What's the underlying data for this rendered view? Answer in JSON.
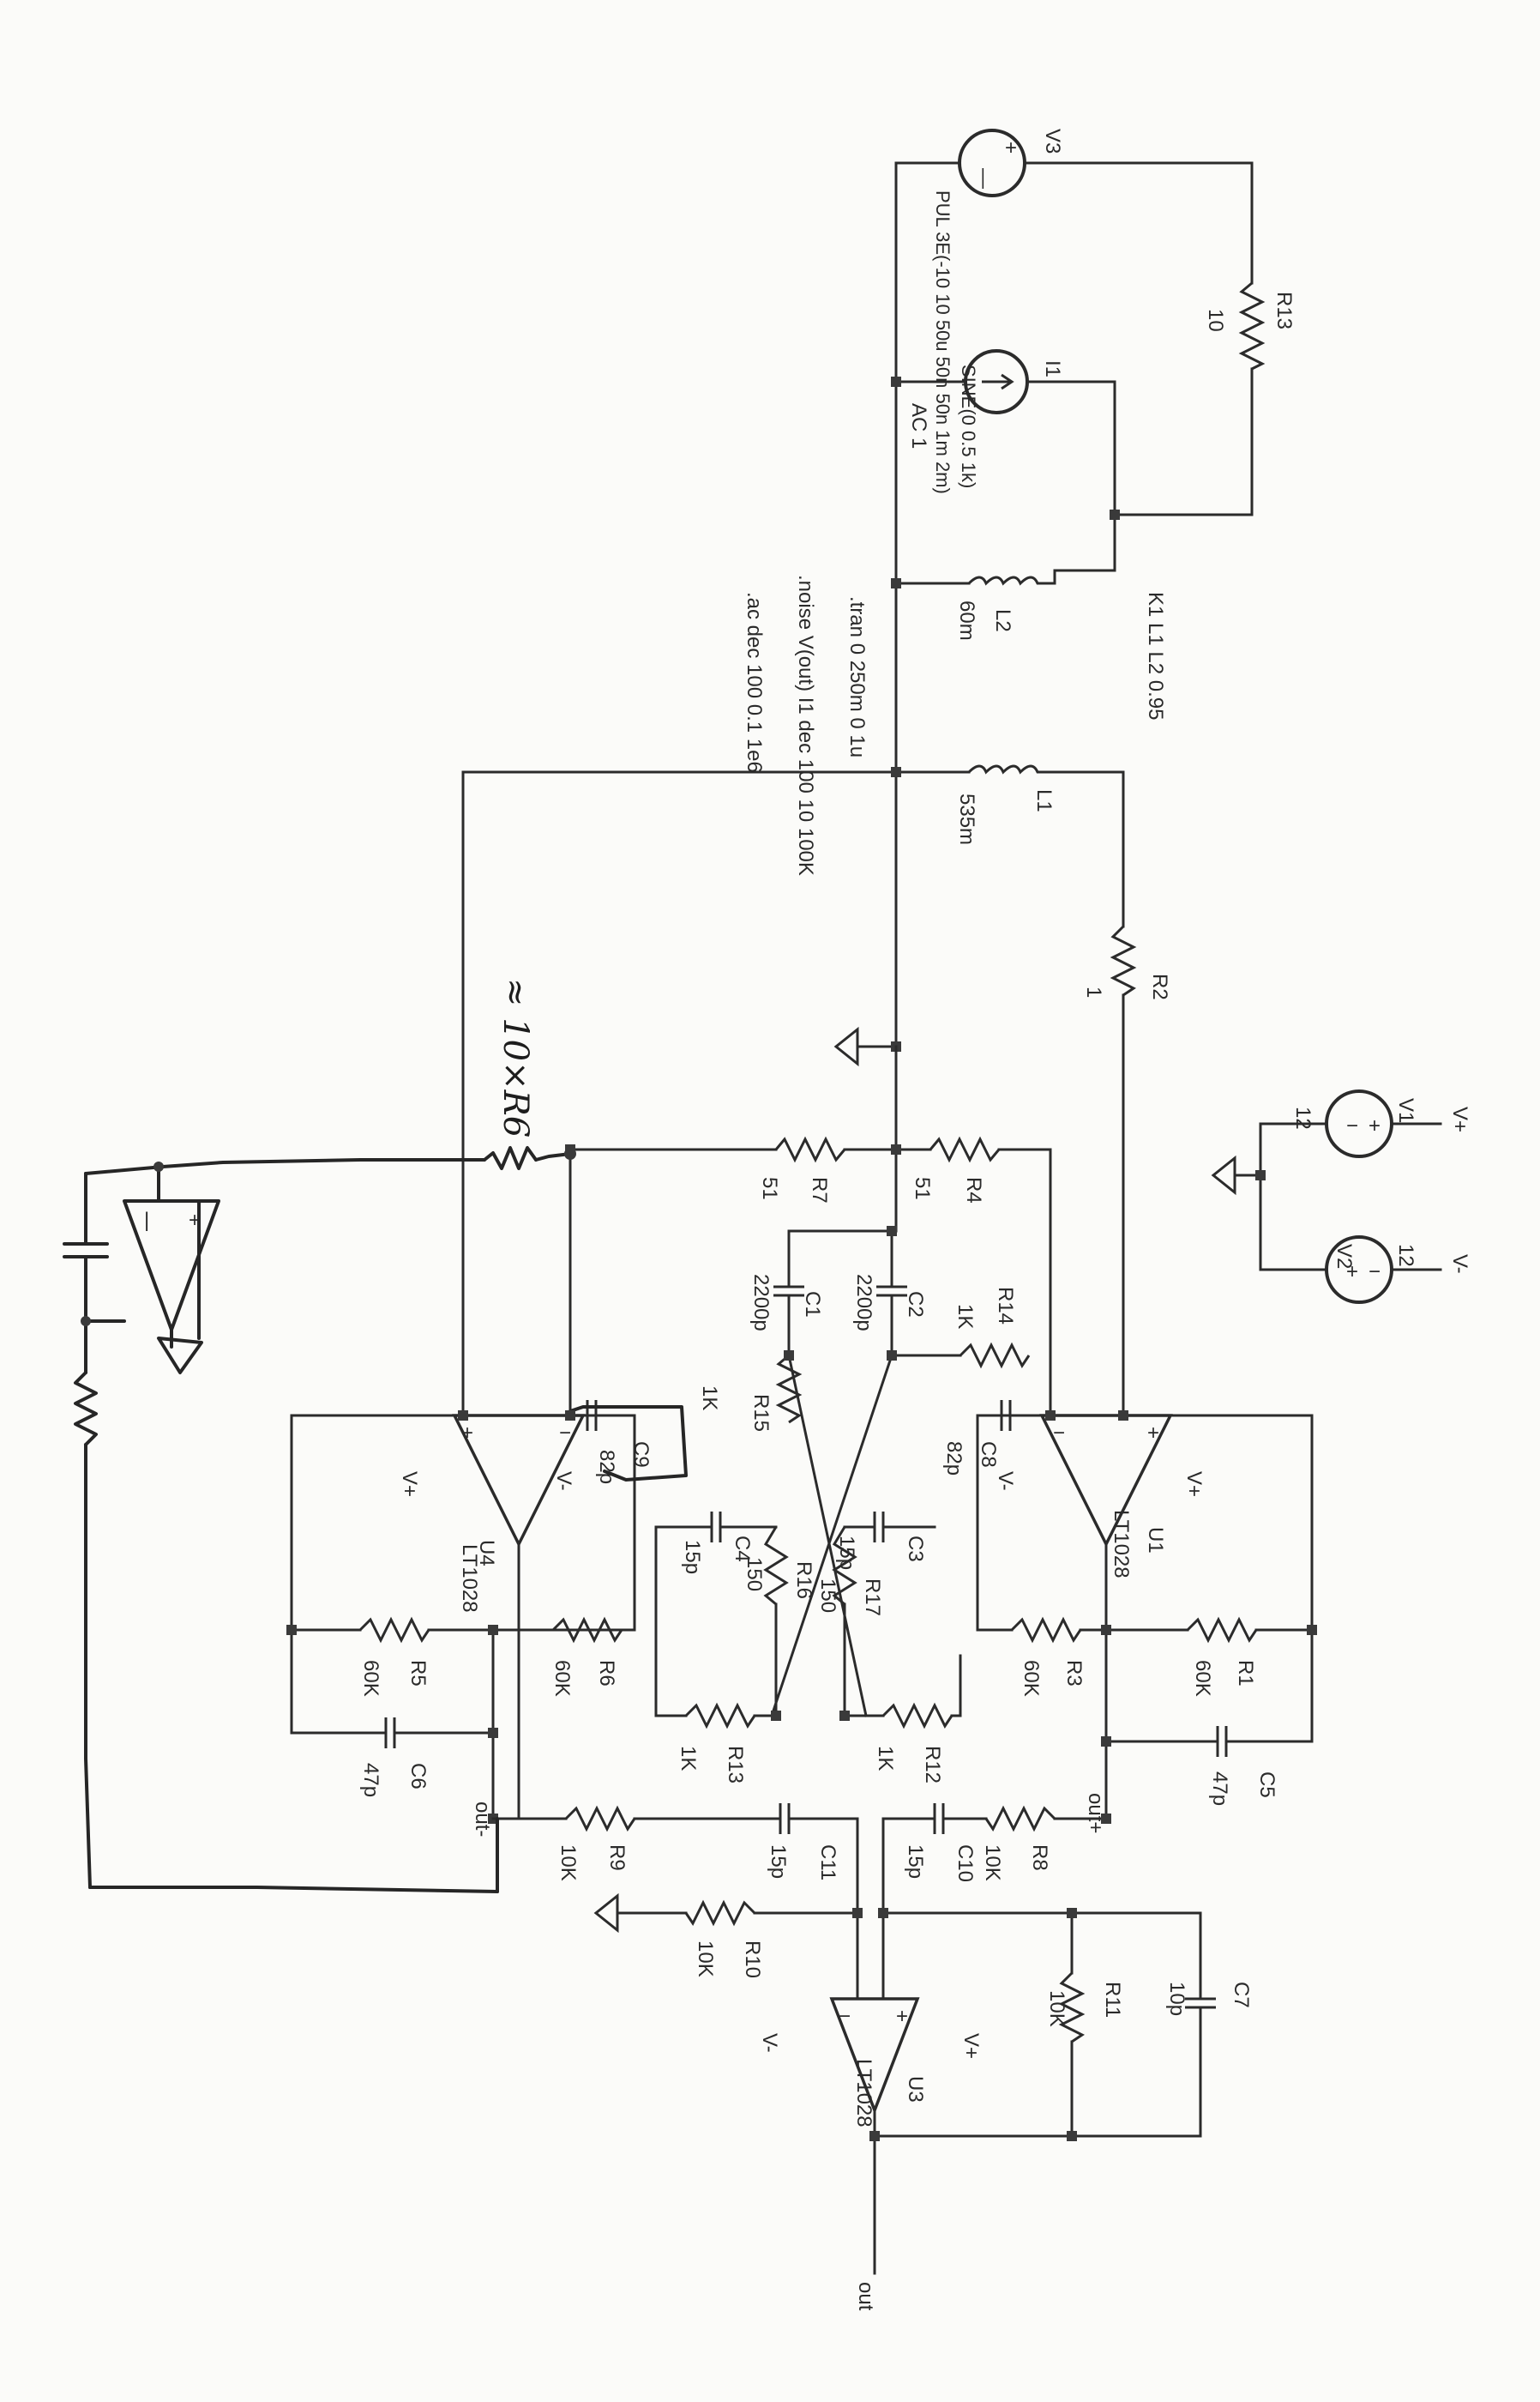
{
  "components": {
    "V3": {
      "name": "V3",
      "value": "PUL 3E(-10 10 50u 50n 50n 1m 2m)"
    },
    "I1": {
      "name": "I1",
      "value": "SINE(0 0.5 1k)"
    },
    "AC": "AC 1",
    "L2": {
      "name": "L2",
      "value": "60m"
    },
    "L1": {
      "name": "L1",
      "value": "535m"
    },
    "K1": "K1 L1 L2 0.95",
    "R13": {
      "name": "R13",
      "value": "10"
    },
    "R2": {
      "name": "R2",
      "value": "1"
    },
    "R7": {
      "name": "R7",
      "value": "51"
    },
    "R4": {
      "name": "R4",
      "value": "51"
    },
    "C1": {
      "name": "C1",
      "value": "2200p"
    },
    "C2": {
      "name": "C2",
      "value": "2200p"
    },
    "R14": {
      "name": "R14",
      "value": "1K"
    },
    "R15": {
      "name": "R15",
      "value": "1K"
    },
    "C9": {
      "name": "C9",
      "value": "82p"
    },
    "C8": {
      "name": "C8",
      "value": "82p"
    },
    "C4": {
      "name": "C4",
      "value": "15p"
    },
    "C3": {
      "name": "C3",
      "value": "15p"
    },
    "R16": {
      "name": "R16",
      "value": "150"
    },
    "R17": {
      "name": "R17",
      "value": "150"
    },
    "R5": {
      "name": "R5",
      "value": "60K"
    },
    "R6": {
      "name": "R6",
      "value": "60K"
    },
    "R3": {
      "name": "R3",
      "value": "60K"
    },
    "R1": {
      "name": "R1",
      "value": "60K"
    },
    "R13b": {
      "name": "R13",
      "value": "1K"
    },
    "R12": {
      "name": "R12",
      "value": "1K"
    },
    "C6": {
      "name": "C6",
      "value": "47p"
    },
    "C5": {
      "name": "C5",
      "value": "47p"
    },
    "R9": {
      "name": "R9",
      "value": "10K"
    },
    "R8": {
      "name": "R8",
      "value": "10K"
    },
    "C11": {
      "name": "C11",
      "value": "15p"
    },
    "C10": {
      "name": "C10",
      "value": "15p"
    },
    "R10": {
      "name": "R10",
      "value": "10K"
    },
    "R11": {
      "name": "R11",
      "value": "10K"
    },
    "C7": {
      "name": "C7",
      "value": "10p"
    },
    "V1": {
      "name": "V1",
      "value": "12"
    },
    "V2": {
      "name": "V2",
      "value": "12"
    },
    "U1": {
      "name": "U1",
      "part": "LT1028"
    },
    "U3": {
      "name": "U3",
      "part": "LT1028"
    },
    "U4": {
      "name": "U4",
      "part": "LT1028"
    }
  },
  "directives": {
    "tran": ".tran 0 250m 0 1u",
    "noise": ".noise V(out) I1 dec 100 10 100K",
    "ac": ".ac dec 100 0.1 1e6"
  },
  "nets": {
    "vplus": "V+",
    "vminus": "V-",
    "out_plus": "out+",
    "out_minus": "out-",
    "out": "out"
  },
  "annotations": {
    "handwritten_note": "≈ 10×R6"
  }
}
